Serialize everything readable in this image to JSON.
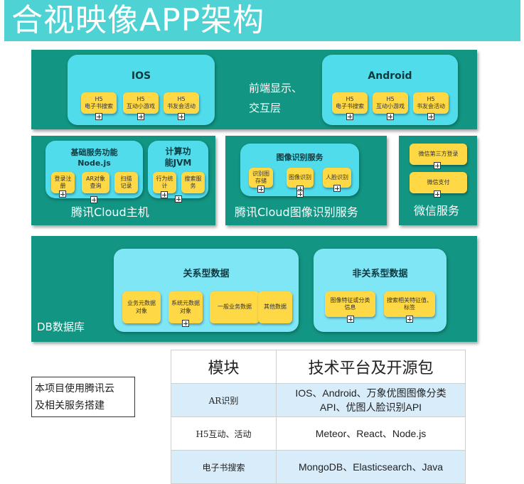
{
  "title": "合视映像APP架构",
  "frontend": {
    "ios": {
      "title": "IOS",
      "items": [
        {
          "label": "H5\n电子书搜索"
        },
        {
          "label": "H5\n互动小游戏"
        },
        {
          "label": "H5\n书友会活动"
        }
      ]
    },
    "android": {
      "title": "Android",
      "items": [
        {
          "label": "H5\n电子书搜索"
        },
        {
          "label": "H5\n互动小游戏"
        },
        {
          "label": "H5\n书友会活动"
        }
      ]
    },
    "caption": "前端显示、\n交互层"
  },
  "host": {
    "caption": "腾讯Cloud主机",
    "base_group": {
      "title": "基础服务功能\nNode.js",
      "items": [
        {
          "label": "登录注\n册"
        },
        {
          "label": "AR对象\n查询"
        },
        {
          "label": "扫描\n记录"
        }
      ]
    },
    "compute_group": {
      "title": "计算功\n能JVM",
      "items": [
        {
          "label": "行为统\n计"
        },
        {
          "label": "搜索服\n务"
        }
      ]
    }
  },
  "image_service": {
    "caption": "腾讯Cloud图像识别服务",
    "group": {
      "title": "图像识别服务",
      "items": [
        {
          "label": "识别图\n存储"
        },
        {
          "label": "图像识别"
        },
        {
          "label": "人脸识别"
        }
      ]
    }
  },
  "wechat": {
    "caption": "微信服务",
    "items": [
      {
        "label": "微信第三方登录"
      },
      {
        "label": "微信支付"
      }
    ]
  },
  "db": {
    "caption": "DB数据库",
    "relational": {
      "title": "关系型数据",
      "items": [
        {
          "label": "业务元数据\n对象"
        },
        {
          "label": "系统元数据\n对象"
        },
        {
          "label": "一般业务数据"
        },
        {
          "label": "其他数据"
        }
      ]
    },
    "nonrelational": {
      "title": "非关系型数据",
      "items": [
        {
          "label": "图像特征或分类\n信息"
        },
        {
          "label": "搜索相关特征值、\n标签"
        }
      ]
    }
  },
  "note": "本项目使用腾讯云\n及相关服务搭建",
  "table": {
    "headers": [
      "模块",
      "技术平台及开源包"
    ],
    "rows": [
      {
        "module": "AR识别",
        "tech": "IOS、Android、万象优图图像分类\nAPI、优图人脸识别API"
      },
      {
        "module": "H5互动、活动",
        "tech": "Meteor、React、Node.js"
      },
      {
        "module": "电子书搜索",
        "tech": "MongoDB、Elasticsearch、Java"
      }
    ]
  },
  "colors": {
    "panel": "#129582",
    "group": "#51dceb",
    "chip": "#ffd845",
    "title_band": "#4fd2d4",
    "table_alt": "#d9ecfa"
  }
}
